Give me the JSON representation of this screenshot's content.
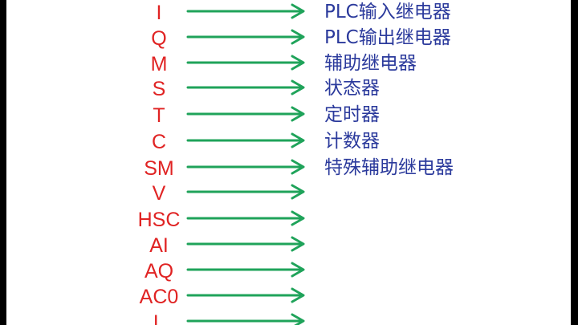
{
  "colors": {
    "code": "#e02323",
    "arrow": "#1fa35a",
    "label": "#2b3a9c"
  },
  "rows": [
    {
      "code": "I",
      "label": "PLC输入继电器"
    },
    {
      "code": "Q",
      "label": "PLC输出继电器"
    },
    {
      "code": "M",
      "label": "辅助继电器"
    },
    {
      "code": "S",
      "label": "状态器"
    },
    {
      "code": "T",
      "label": "定时器"
    },
    {
      "code": "C",
      "label": "计数器"
    },
    {
      "code": "SM",
      "label": "特殊辅助继电器"
    },
    {
      "code": "V",
      "label": ""
    },
    {
      "code": "HSC",
      "label": ""
    },
    {
      "code": "AI",
      "label": ""
    },
    {
      "code": "AQ",
      "label": ""
    },
    {
      "code": "AC0",
      "label": ""
    },
    {
      "code": "L",
      "label": ""
    }
  ]
}
